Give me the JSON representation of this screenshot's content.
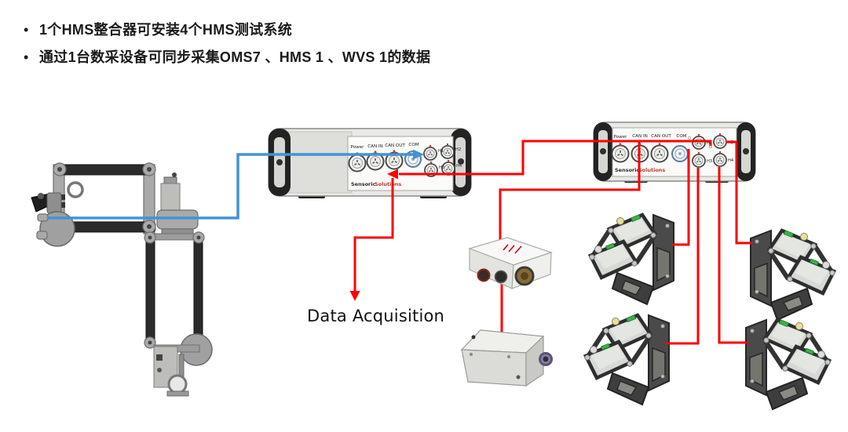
{
  "slide": {
    "background": "#FFFFFF",
    "bullet_marker": "•",
    "bullets": [
      "1个HMS整合器可安装4个HMS测试系统",
      "通过1台数采设备可同步采集OMS7 、HMS 1 、WVS 1的数据"
    ]
  },
  "diagram": {
    "data_acquisition_label": "Data Acquisition",
    "central_daq": {
      "brand_word1": "Sensoric",
      "brand_word2": "Solutions",
      "ports": [
        "Power",
        "CAN IN",
        "CAN OUT",
        "COM"
      ],
      "channels": [
        "H1",
        "H2",
        "H3",
        "H4"
      ]
    },
    "hms_integrator": {
      "brand_word1": "Sensoric",
      "brand_word2": "Solutions",
      "ports": [
        "Power",
        "CAN IN",
        "CAN OUT",
        "COM"
      ],
      "channels": [
        "H1",
        "H2",
        "H3",
        "H4"
      ]
    },
    "colors": {
      "cable_red": "#FF0000",
      "cable_blue": "#4293D6",
      "brand_accent": "#C0392B"
    }
  }
}
